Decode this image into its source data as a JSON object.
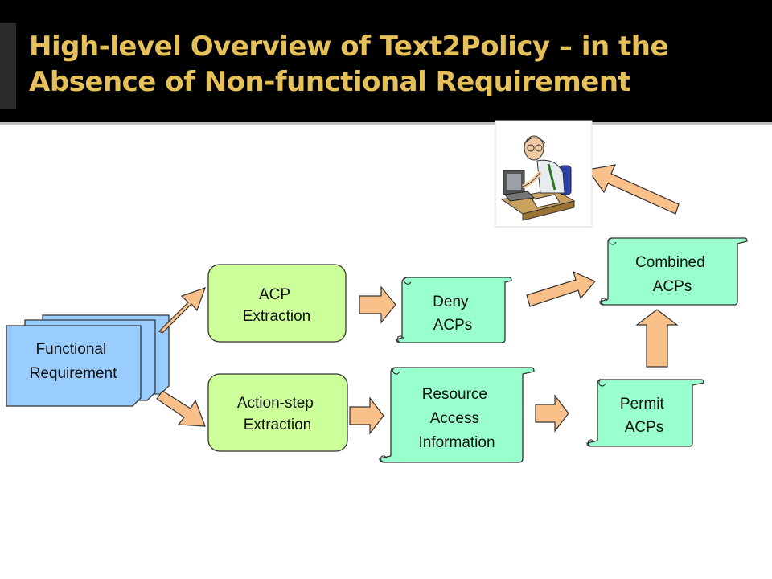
{
  "slide": {
    "title_line1": "High-level Overview of Text2Policy – in the",
    "title_line2": "Absence of  Non-functional Requirement"
  },
  "nodes": {
    "functional_requirement": [
      "Functional",
      "Requirement"
    ],
    "acp_extraction": [
      "ACP",
      "Extraction"
    ],
    "action_step_extraction": [
      "Action-step",
      "Extraction"
    ],
    "deny_acps": [
      "Deny",
      "ACPs"
    ],
    "resource_access_information": [
      "Resource",
      "Access",
      "Information"
    ],
    "permit_acps": [
      "Permit",
      "ACPs"
    ],
    "combined_acps": [
      "Combined",
      "ACPs"
    ]
  },
  "colors": {
    "title_text": "#e6c15a",
    "document_fill": "#99ccff",
    "process_fill": "#ccff99",
    "scroll_fill": "#99ffcc",
    "arrow_fill": "#f9c08a"
  },
  "icons": {
    "analyst": "person-at-computer-icon"
  }
}
